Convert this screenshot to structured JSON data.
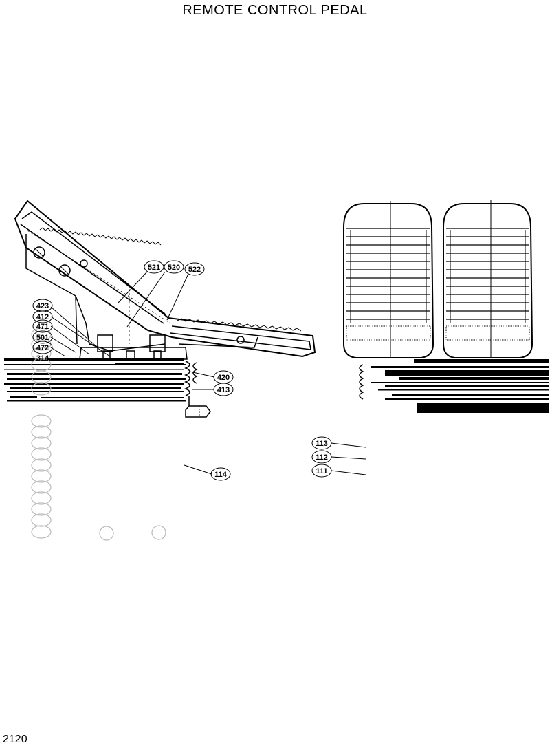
{
  "title": "REMOTE CONTROL PEDAL",
  "page_number": "2120",
  "callouts": {
    "c521": "521",
    "c520": "520",
    "c522": "522",
    "c423": "423",
    "c412": "412",
    "c471": "471",
    "c501": "501",
    "c472": "472",
    "c314": "314",
    "c420": "420",
    "c413": "413",
    "c114": "114",
    "c113": "113",
    "c112": "112",
    "c111": "111"
  }
}
